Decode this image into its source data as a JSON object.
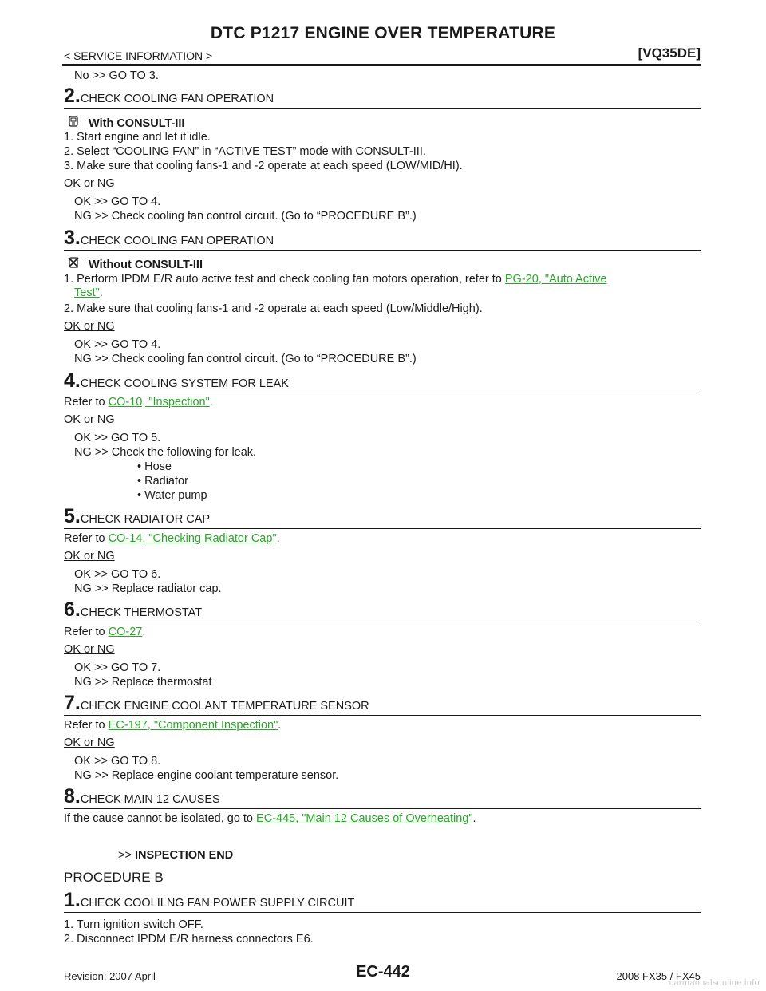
{
  "header": {
    "title": "DTC P1217 ENGINE OVER TEMPERATURE",
    "section": "< SERVICE INFORMATION >",
    "engine": "[VQ35DE]"
  },
  "intro": {
    "no_line": "No     >> GO TO 3."
  },
  "step2": {
    "num": "2.",
    "title": "CHECK COOLING FAN OPERATION",
    "mode_label": "With CONSULT-III",
    "lines": [
      "1.   Start engine and let it idle.",
      "2.   Select “COOLING FAN” in “ACTIVE TEST” mode with CONSULT-III.",
      "3.   Make sure that cooling fans-1 and -2 operate at each speed (LOW/MID/HI)."
    ],
    "okng": "OK or NG",
    "ok": "OK      >> GO TO 4.",
    "ng": "NG      >> Check cooling fan control circuit. (Go to “PROCEDURE B”.)"
  },
  "step3": {
    "num": "3.",
    "title": "CHECK COOLING FAN OPERATION",
    "mode_label": "Without CONSULT-III",
    "line1_prefix": "1.   Perform IPDM E/R auto active test and check cooling fan motors operation, refer to ",
    "line1_link": "PG-20, \"Auto Active",
    "line1_link2": "Test\"",
    "line1_suffix": ".",
    "line2": "2.   Make sure that cooling fans-1 and -2 operate at each speed (Low/Middle/High).",
    "okng": "OK or NG",
    "ok": "OK      >> GO TO 4.",
    "ng": "NG      >> Check cooling fan control circuit. (Go to “PROCEDURE B”.)"
  },
  "step4": {
    "num": "4.",
    "title": "CHECK COOLING SYSTEM FOR LEAK",
    "refer_prefix": "Refer to ",
    "refer_link": "CO-10, \"Inspection\"",
    "refer_suffix": ".",
    "okng": "OK or NG",
    "ok": "OK      >> GO TO 5.",
    "ng": "NG      >>    Check the following for leak.",
    "items": [
      "Hose",
      "Radiator",
      "Water pump"
    ]
  },
  "step5": {
    "num": "5.",
    "title": "CHECK RADIATOR CAP",
    "refer_prefix": "Refer to ",
    "refer_link": "CO-14, \"Checking Radiator Cap\"",
    "refer_suffix": ".",
    "okng": "OK or NG",
    "ok": "OK      >> GO TO 6.",
    "ng": "NG      >> Replace radiator cap."
  },
  "step6": {
    "num": "6.",
    "title": "CHECK THERMOSTAT",
    "refer_prefix": "Refer to ",
    "refer_link": "CO-27",
    "refer_suffix": ".",
    "okng": "OK or NG",
    "ok": "OK      >> GO TO 7.",
    "ng": "NG      >> Replace thermostat"
  },
  "step7": {
    "num": "7.",
    "title": "CHECK ENGINE COOLANT TEMPERATURE SENSOR",
    "refer_prefix": "Refer to ",
    "refer_link": "EC-197, \"Component Inspection\"",
    "refer_suffix": ".",
    "okng": "OK or NG",
    "ok": "OK      >> GO TO 8.",
    "ng": "NG      >> Replace engine coolant temperature sensor."
  },
  "step8": {
    "num": "8.",
    "title": "CHECK MAIN 12 CAUSES",
    "text_prefix": "If the cause cannot be isolated, go to ",
    "text_link": "EC-445, \"Main 12 Causes of Overheating\"",
    "text_suffix": ".",
    "end_prefix": ">> ",
    "end_label": "INSPECTION END"
  },
  "procedure_b": {
    "heading": "PROCEDURE B",
    "num": "1.",
    "title": "CHECK COOLILNG FAN POWER SUPPLY CIRCUIT",
    "lines": [
      "1.   Turn ignition switch OFF.",
      "2.   Disconnect IPDM E/R harness connectors E6."
    ]
  },
  "footer": {
    "revision": "Revision: 2007 April",
    "page": "EC-442",
    "model": "2008 FX35 / FX45",
    "watermark": "carmanualsonline.info"
  },
  "colors": {
    "link": "#2aa52a",
    "text": "#1a1a1a"
  }
}
